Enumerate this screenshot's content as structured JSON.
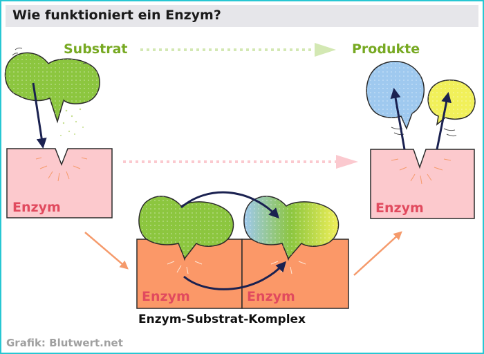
{
  "title": "Wie funktioniert ein Enzym?",
  "labels": {
    "substrate": "Substrat",
    "products": "Produkte",
    "enzyme": "Enzym",
    "complex": "Enzym-Substrat-Komplex"
  },
  "credit": "Grafik: Blutwert.net",
  "colors": {
    "frame": "#27c7d3",
    "title_bg": "#e6e6ea",
    "substrate_green": "#8cc63f",
    "label_green": "#77a922",
    "enzyme_pink": "#fcc9cd",
    "enzyme_orange": "#fb9868",
    "enzyme_text": "#e14a5e",
    "product_blue": "#9fc9ef",
    "product_yellow": "#f1f05a",
    "arrow_navy": "#1a2150",
    "arrow_orange": "#f59a6b"
  }
}
